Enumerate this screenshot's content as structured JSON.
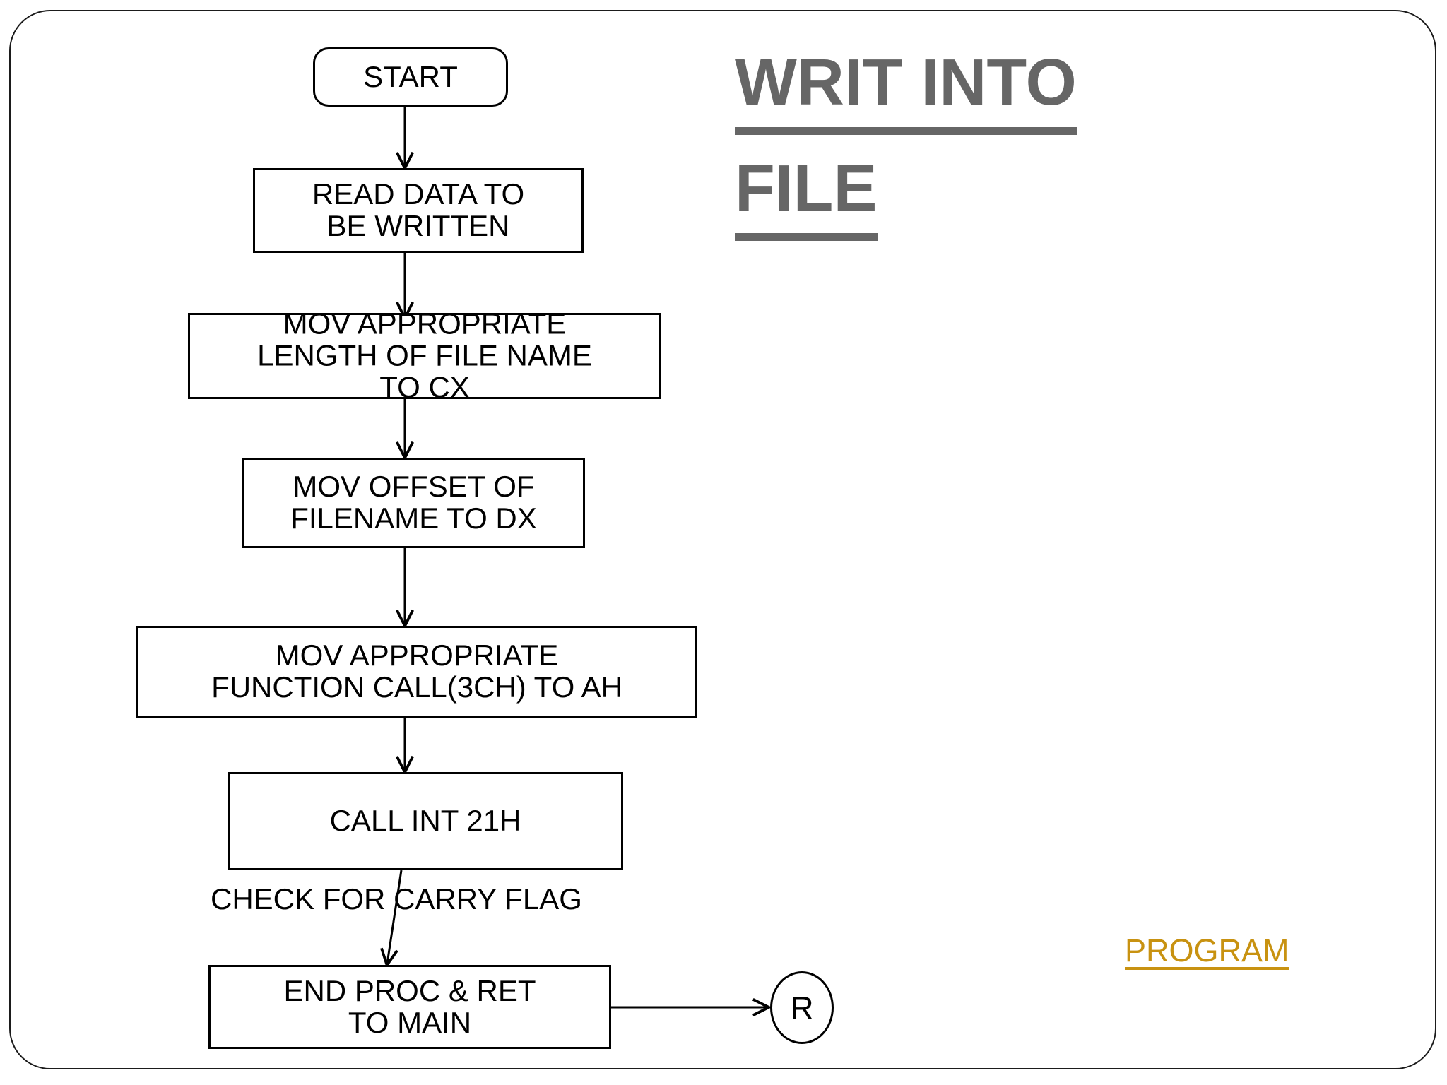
{
  "slide": {
    "title_lines": [
      "WRIT INTO",
      "FILE"
    ],
    "title_color": "#666666",
    "background": "#ffffff",
    "border_color": "#1b1b1b"
  },
  "links": {
    "program": {
      "label": "PROGRAM",
      "color": "#c89211"
    }
  },
  "flowchart": {
    "type": "flowchart",
    "orientation": "top-to-bottom",
    "nodes": [
      {
        "id": "start",
        "shape": "terminator",
        "text": "START"
      },
      {
        "id": "read",
        "shape": "process",
        "text": "READ DATA TO\nBE WRITTEN"
      },
      {
        "id": "movcx",
        "shape": "process",
        "text": "MOV APPROPRIATE\nLENGTH OF FILE NAME\nTO CX"
      },
      {
        "id": "movdx",
        "shape": "process",
        "text": "MOV OFFSET OF\nFILENAME TO DX"
      },
      {
        "id": "movah",
        "shape": "process",
        "text": "MOV APPROPRIATE\nFUNCTION CALL(3CH) TO AH"
      },
      {
        "id": "callint",
        "shape": "process",
        "text": "CALL INT 21H"
      },
      {
        "id": "endproc",
        "shape": "process",
        "text": "END PROC & RET\nTO MAIN"
      },
      {
        "id": "connector",
        "shape": "circle",
        "text": "R"
      }
    ],
    "edges": [
      {
        "from": "start",
        "to": "read",
        "label": ""
      },
      {
        "from": "read",
        "to": "movcx",
        "label": ""
      },
      {
        "from": "movcx",
        "to": "movdx",
        "label": ""
      },
      {
        "from": "movdx",
        "to": "movah",
        "label": ""
      },
      {
        "from": "movah",
        "to": "callint",
        "label": ""
      },
      {
        "from": "callint",
        "to": "endproc",
        "label": "CHECK FOR CARRY FLAG"
      },
      {
        "from": "endproc",
        "to": "connector",
        "label": ""
      }
    ],
    "floating_labels": [
      {
        "id": "carry-flag-label",
        "text": "CHECK FOR CARRY FLAG"
      }
    ]
  }
}
